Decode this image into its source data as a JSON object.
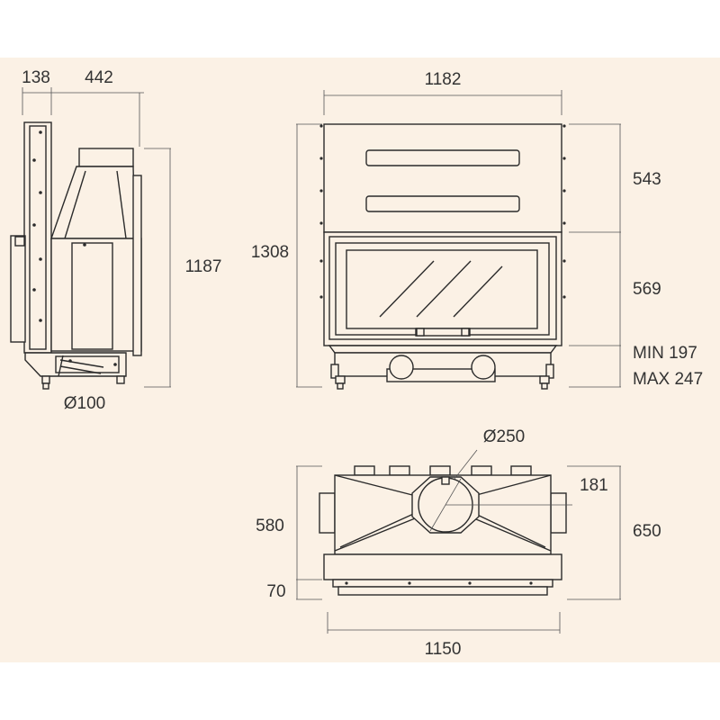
{
  "colors": {
    "background": "#fbf1e5",
    "line": "#2b2b2b",
    "text": "#333333"
  },
  "side_view": {
    "width_a": "138",
    "width_b": "442",
    "height": "1187",
    "flue_diameter": "Ø100"
  },
  "front_view": {
    "width": "1182",
    "total_height": "1308",
    "top_section": "543",
    "door_height": "569",
    "base_min": "MIN 197",
    "base_max": "MAX 247"
  },
  "top_view": {
    "outlet_diameter": "Ø250",
    "outlet_offset": "181",
    "depth": "580",
    "total_depth": "650",
    "front_depth": "70",
    "width": "1150"
  }
}
